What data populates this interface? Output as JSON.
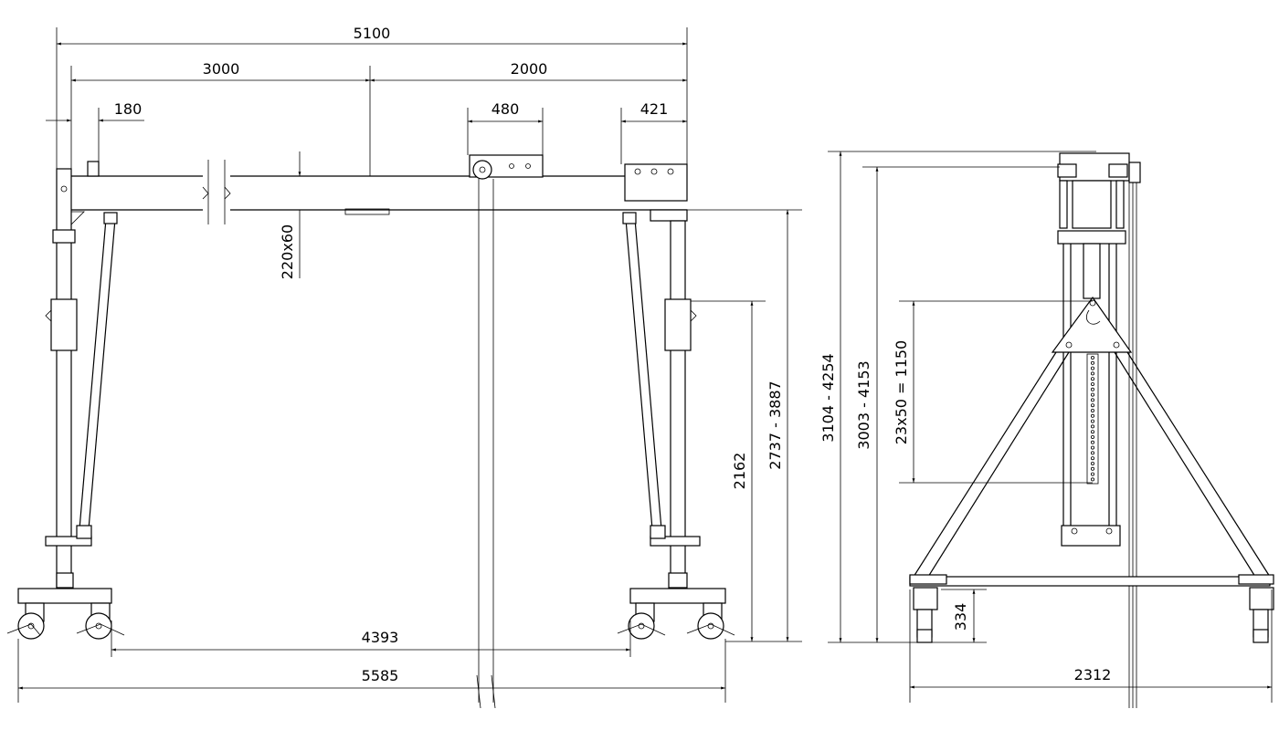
{
  "colors": {
    "line": "#000000",
    "background": "#ffffff"
  },
  "front_view": {
    "dims": {
      "overall_span": "5100",
      "left_section": "3000",
      "right_section": "2000",
      "leg_offset": "180",
      "trolley_width": "480",
      "end_offset": "421",
      "beam_section": "220x60",
      "wheel_track": "4393",
      "base_length": "5585",
      "lower_height": "2162",
      "beam_height_range": "2737 - 3887"
    }
  },
  "side_view": {
    "dims": {
      "total_height_range": "3104 - 4254",
      "adjust_height_range": "3003 - 4153",
      "hole_pattern": "23x50 = 1150",
      "foot_height": "334",
      "base_width": "2312"
    }
  }
}
